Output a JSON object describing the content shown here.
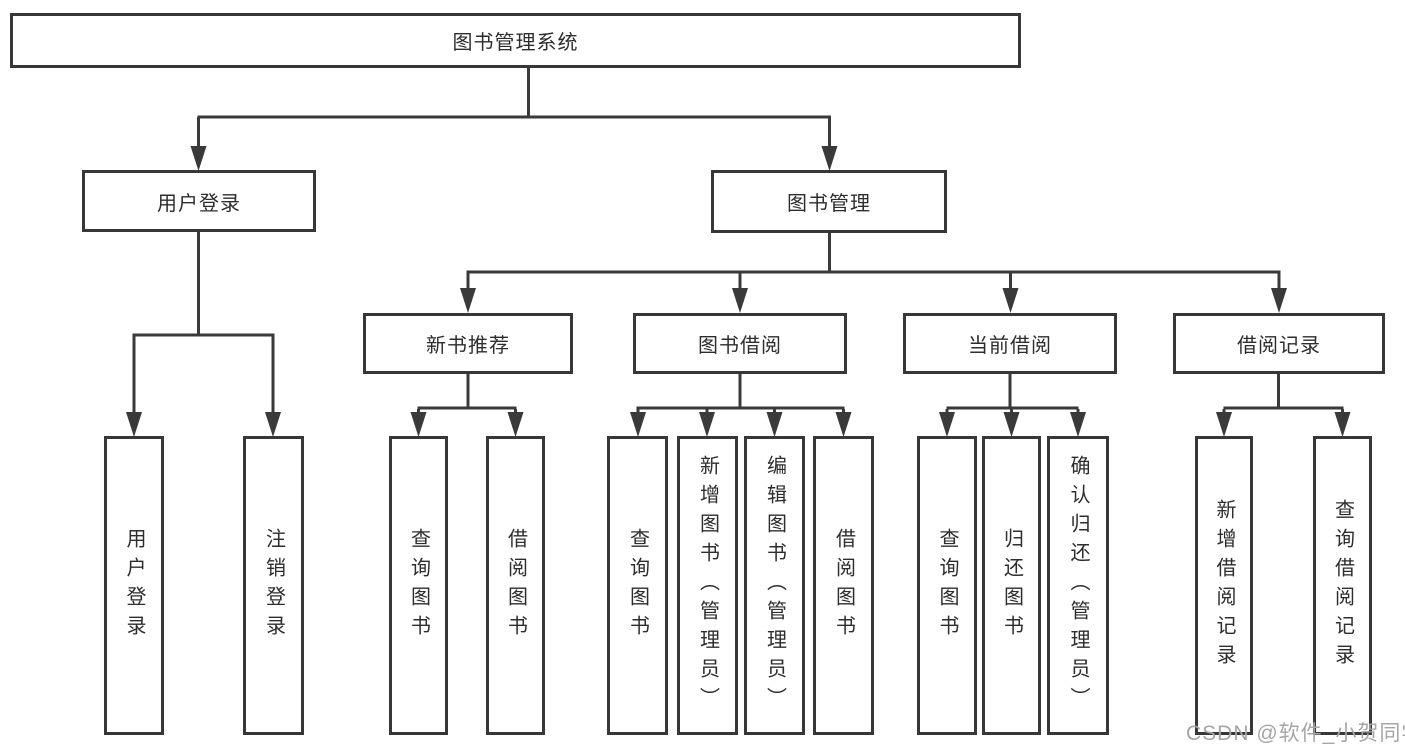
{
  "diagram": {
    "type": "hierarchy-tree",
    "root": {
      "label": "图书管理系统"
    },
    "children": [
      {
        "label": "用户登录",
        "children": [
          {
            "label": "用户登录"
          },
          {
            "label": "注销登录"
          }
        ]
      },
      {
        "label": "图书管理",
        "children": [
          {
            "label": "新书推荐",
            "children": [
              {
                "label": "查询图书"
              },
              {
                "label": "借阅图书"
              }
            ]
          },
          {
            "label": "图书借阅",
            "children": [
              {
                "label": "查询图书"
              },
              {
                "label": "新增图书（管理员）"
              },
              {
                "label": "编辑图书（管理员）"
              },
              {
                "label": "借阅图书"
              }
            ]
          },
          {
            "label": "当前借阅",
            "children": [
              {
                "label": "查询图书"
              },
              {
                "label": "归还图书"
              },
              {
                "label": "确认归还（管理员）"
              }
            ]
          },
          {
            "label": "借阅记录",
            "children": [
              {
                "label": "新增借阅记录"
              },
              {
                "label": "查询借阅记录"
              }
            ]
          }
        ]
      }
    ]
  },
  "watermark": {
    "text": "CSDN @软件_小贺同学"
  },
  "colors": {
    "line": "#3a3a3a",
    "box_border": "#373737",
    "box_fill": "#ffffff",
    "text": "#2d2d2d",
    "watermark": "#a6a6a6",
    "background": "#ffffff"
  }
}
